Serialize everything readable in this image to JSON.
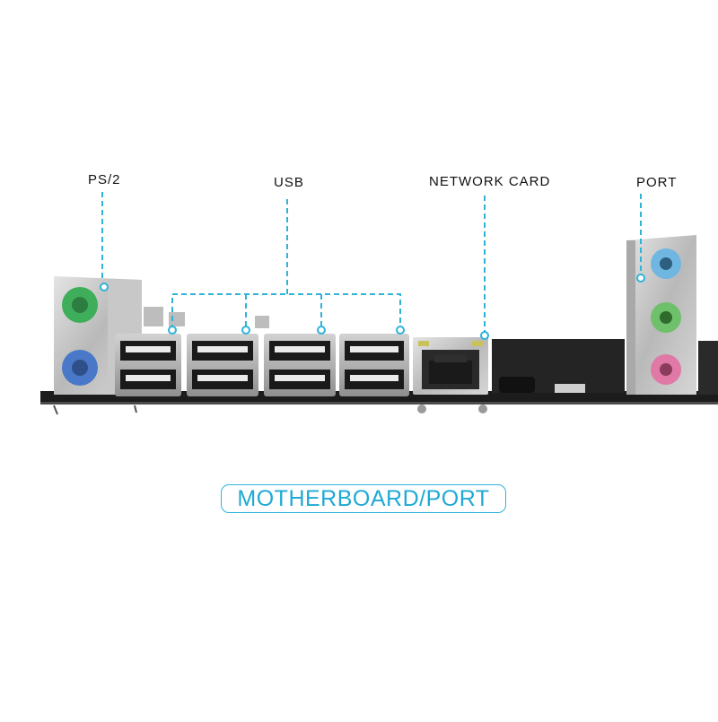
{
  "labels": {
    "ps2": "PS/2",
    "usb": "USB",
    "network": "NETWORK CARD",
    "port": "PORT"
  },
  "title": "MOTHERBOARD/PORT",
  "colors": {
    "callout_line": "#2fb3d8",
    "title_text": "#1fa9d4",
    "ps2_mouse": "#3fae5a",
    "ps2_keyboard": "#4a78c9",
    "audio_line_in": "#6fb7e0",
    "audio_line_out": "#6fc06a",
    "audio_mic": "#e079a6",
    "board": "#1c1c1c"
  }
}
